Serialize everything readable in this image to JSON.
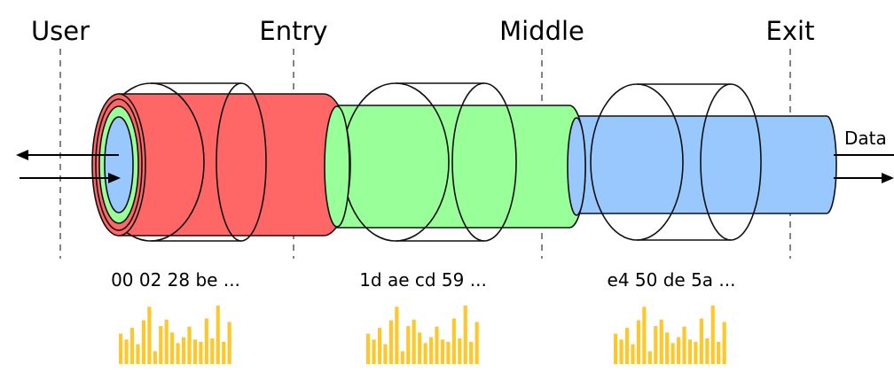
{
  "nodes": [
    {
      "label": "User"
    },
    {
      "label": "Entry"
    },
    {
      "label": "Middle"
    },
    {
      "label": "Exit"
    }
  ],
  "data_label": "Data",
  "segments": [
    {
      "bytes": "00 02 28 be ...",
      "color": "#ff6666"
    },
    {
      "bytes": "1d ae cd 59 ...",
      "color": "#99ff99"
    },
    {
      "bytes": "e4 50 de 5a ...",
      "color": "#99c8ff"
    }
  ],
  "histogram": {
    "color": "#ffc82a",
    "values": [
      0.52,
      0.42,
      0.62,
      0.34,
      0.75,
      0.98,
      0.22,
      0.65,
      0.76,
      0.54,
      0.36,
      0.46,
      0.64,
      0.42,
      0.38,
      0.78,
      0.44,
      1.0,
      0.38,
      0.72
    ]
  }
}
